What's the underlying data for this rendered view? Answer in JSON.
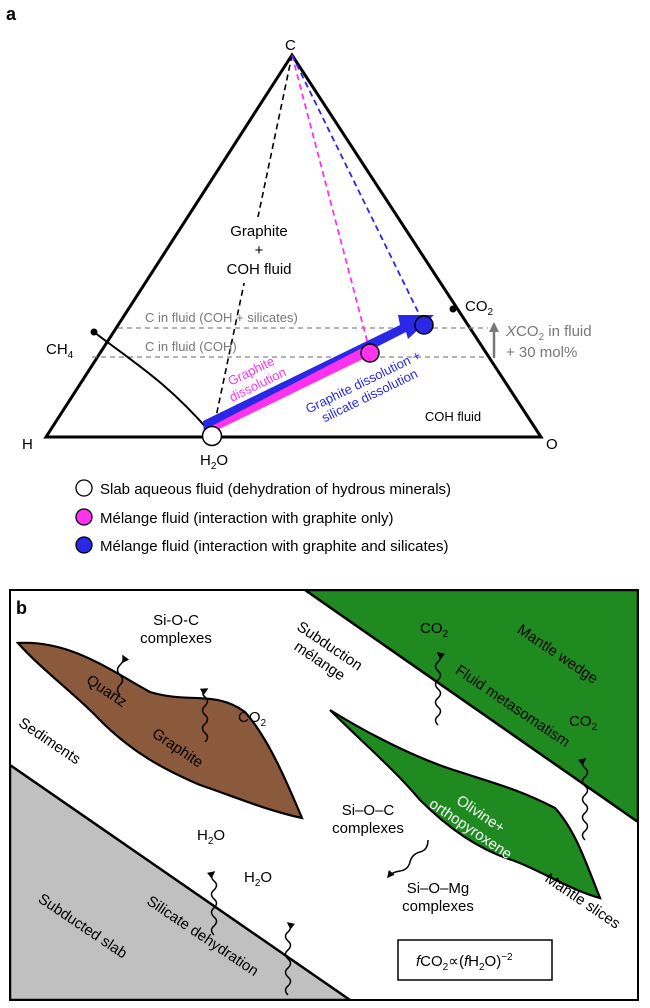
{
  "panel_a": {
    "label": "a",
    "vertices": {
      "top": "C",
      "left": "H",
      "right": "O"
    },
    "points": {
      "co2": "CO",
      "co2_sub": "2",
      "ch4": "CH",
      "ch4_sub": "4",
      "h2o": "H",
      "h2o_sub": "2",
      "h2o_tail": "O"
    },
    "region_graphite": [
      "Graphite",
      "+",
      "COH fluid"
    ],
    "region_coh": "COH fluid",
    "line_silicates": "C in fluid (COH + silicates)",
    "line_coh": "C in fluid (COH)",
    "arrow_graphite": [
      "Graphite",
      "dissolution"
    ],
    "arrow_silicate": [
      "Graphite dissolution +",
      "silicate dissolution"
    ],
    "xco2": {
      "italic": "X",
      "pre": "CO",
      "sub": "2",
      "post": " in fluid",
      "line2": "+ 30 mol%"
    },
    "legend": [
      {
        "text": "Slab aqueous fluid (dehydration of hydrous minerals)",
        "color": "#ffffff"
      },
      {
        "text": "Mélange fluid (interaction with graphite only)",
        "color": "#ff33ee"
      },
      {
        "text": "Mélange fluid (interaction with graphite and silicates)",
        "color": "#2828e6"
      }
    ],
    "colors": {
      "magenta": "#ff33ee",
      "blue": "#2828e6"
    }
  },
  "panel_b": {
    "label": "b",
    "mantle_wedge": "Mantle wedge",
    "fluid_metasomatism": "Fluid metasomatism",
    "subduction_melange": [
      "Subduction",
      "mélange"
    ],
    "sediments": "Sediments",
    "quartz": "Quartz",
    "graphite": "Graphite",
    "sioc_top": [
      "Si-O-C",
      "complexes"
    ],
    "sioc_mid": [
      "Si–O–C",
      "complexes"
    ],
    "siomg": [
      "Si–O–Mg",
      "complexes"
    ],
    "co2": "CO",
    "co2_sub": "2",
    "h2o": "H",
    "h2o_sub": "2",
    "h2o_tail": "O",
    "olivine": [
      "Olivine+",
      "orthopyroxene"
    ],
    "mantle_slices": "Mantle slices",
    "subducted_slab": "Subducted slab",
    "silicate_dehydration": "Silicate dehydration",
    "formula": {
      "f1": "f",
      "co": "CO",
      "sub": "2",
      "prop": "∝(",
      "f2": "f",
      "h": "H",
      "sub2": "2",
      "close": "O)",
      "sup": "−2"
    },
    "colors": {
      "brown": "#8b5a3c",
      "green": "#1f8a1f",
      "grey": "#c0c0c0"
    }
  }
}
